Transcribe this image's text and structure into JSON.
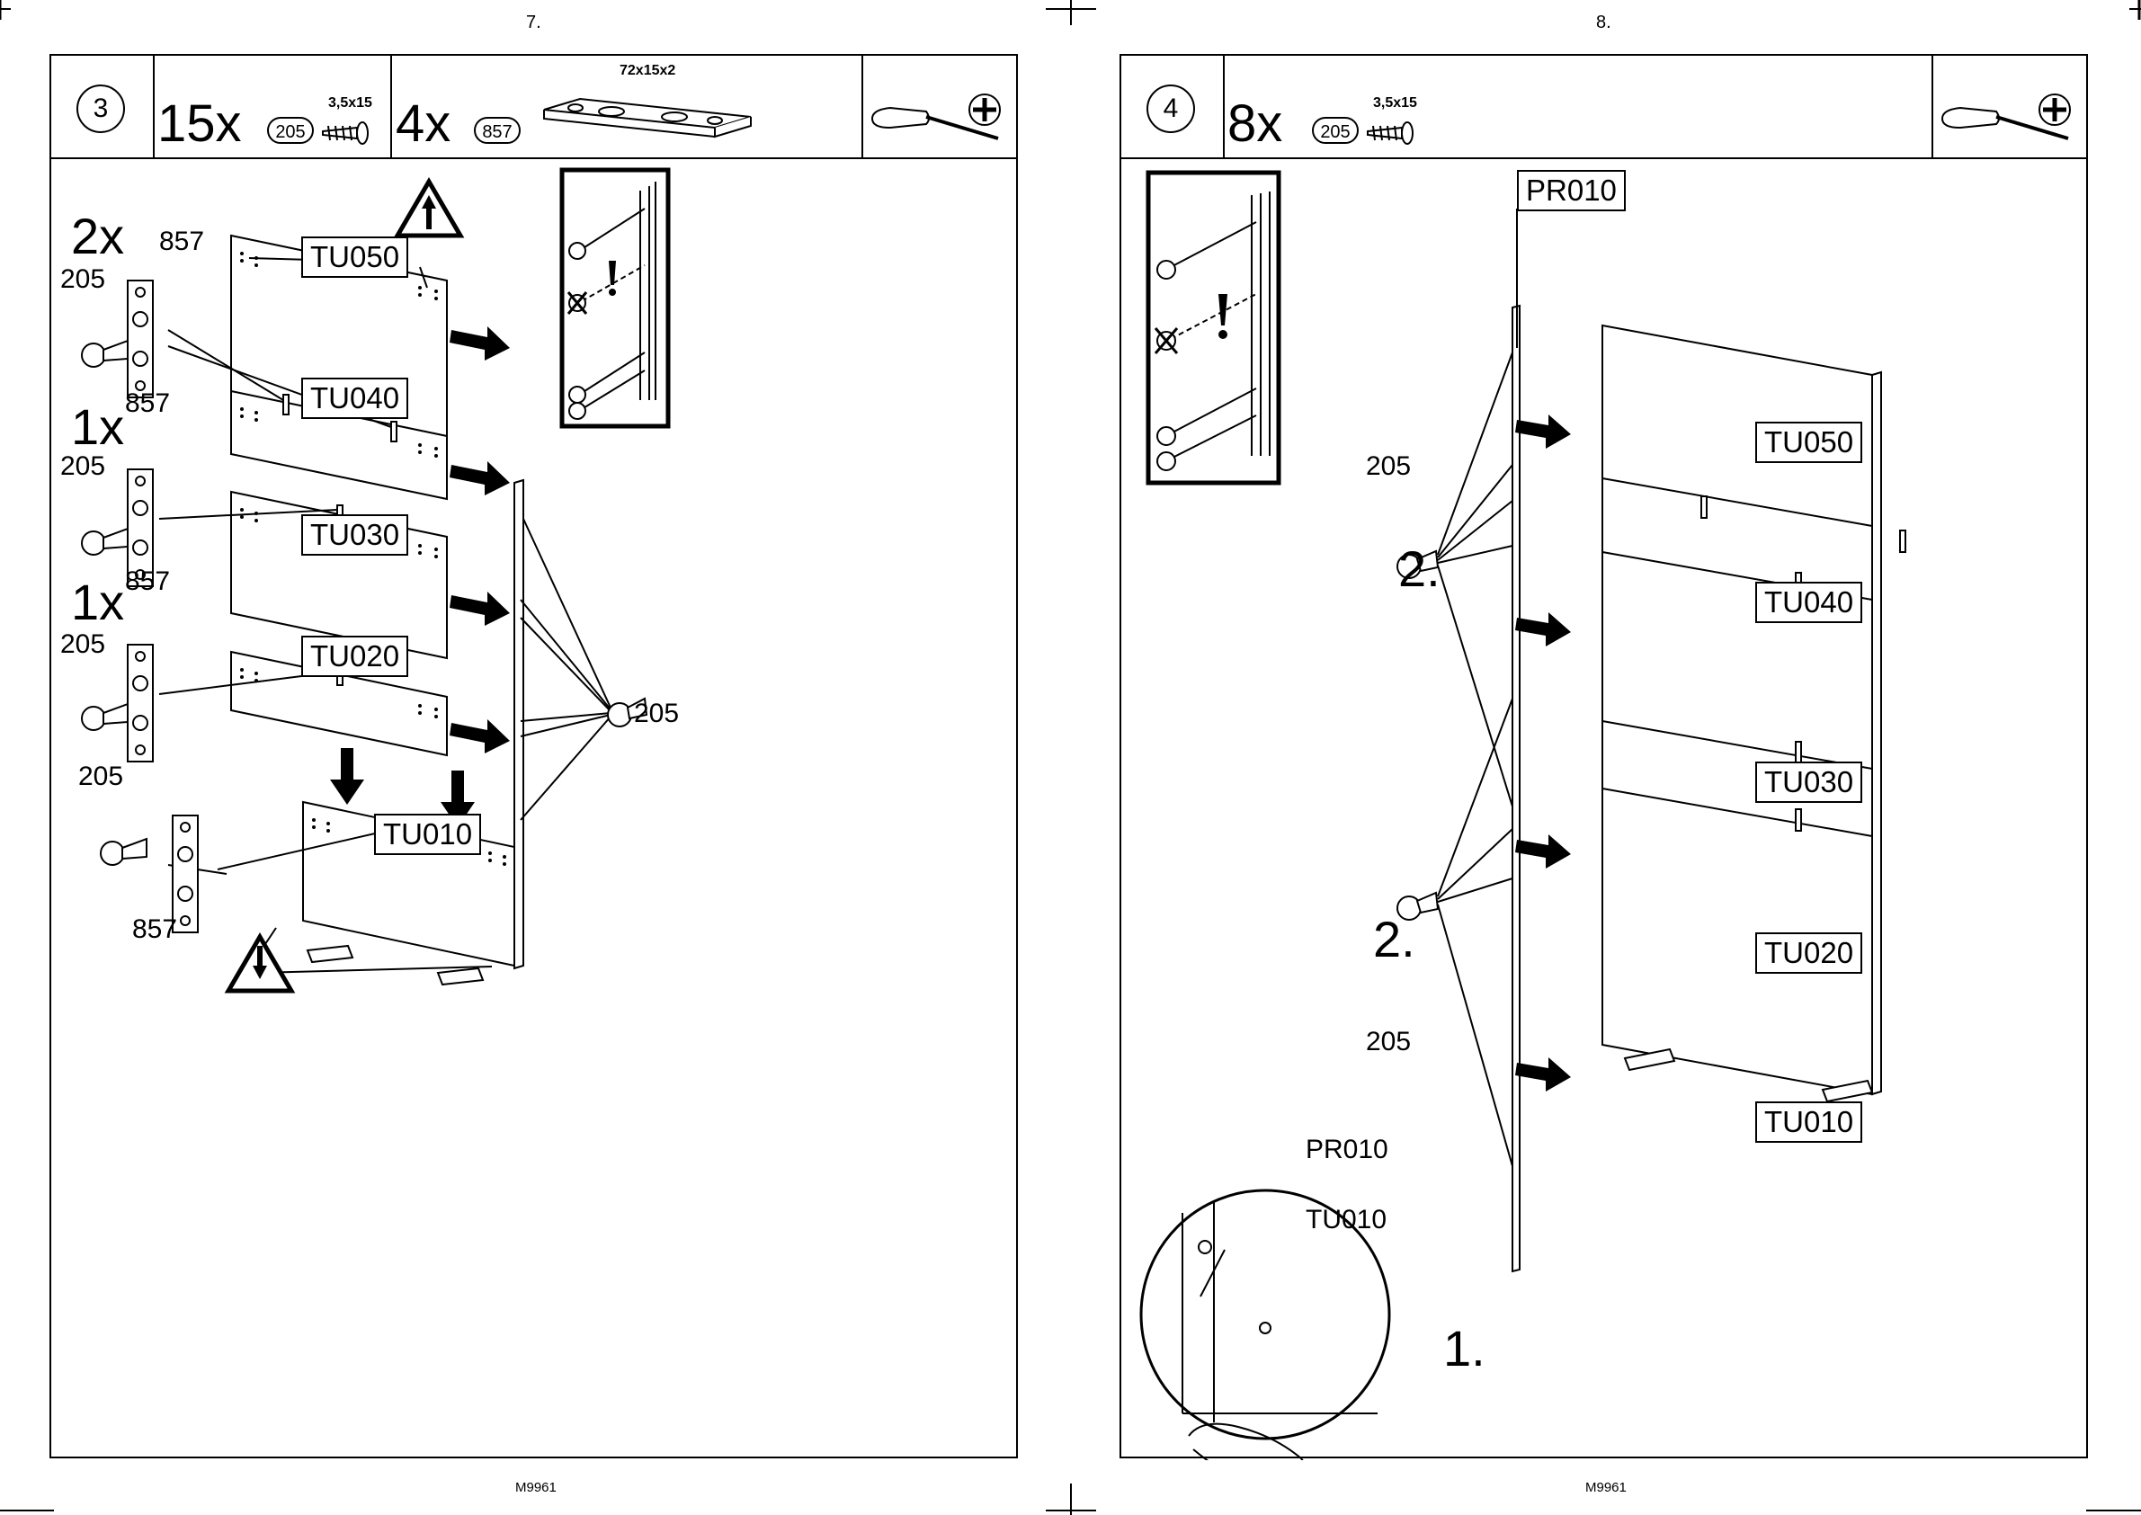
{
  "page_numbers": {
    "left": "7.",
    "right": "8."
  },
  "footer_code": {
    "left": "M9961",
    "right": "M9961"
  },
  "step3": {
    "step_number": "3",
    "screw_qty": "15x",
    "screw_code": "205",
    "screw_size": "3,5x15",
    "bracket_qty": "4x",
    "bracket_code": "857",
    "bracket_size": "72x15x2",
    "panels": [
      "TU050",
      "TU040",
      "TU030",
      "TU020",
      "TU010"
    ],
    "bracket_groups": [
      {
        "qty": "2x",
        "bracket": "857",
        "screw": "205"
      },
      {
        "qty": "1x",
        "bracket": "857",
        "screw": "205"
      },
      {
        "qty": "1x",
        "bracket": "857",
        "screw": "205"
      },
      {
        "qty": "",
        "bracket": "857",
        "screw": "205"
      }
    ],
    "side_screw": "205",
    "icons": [
      "screwdriver-icon",
      "phillips-icon",
      "up-arrow-warning-icon",
      "down-arrow-warning-icon",
      "warning-exclamation-icon"
    ]
  },
  "step4": {
    "step_number": "4",
    "screw_qty": "8x",
    "screw_code": "205",
    "screw_size": "3,5x15",
    "side_panel": "PR010",
    "panels": [
      "TU050",
      "TU040",
      "TU030",
      "TU020",
      "TU010"
    ],
    "screw_labels": [
      "205",
      "205"
    ],
    "sequence_labels": [
      "2.",
      "2.",
      "1."
    ],
    "detail": {
      "panel_a": "PR010",
      "panel_b": "TU010"
    }
  }
}
